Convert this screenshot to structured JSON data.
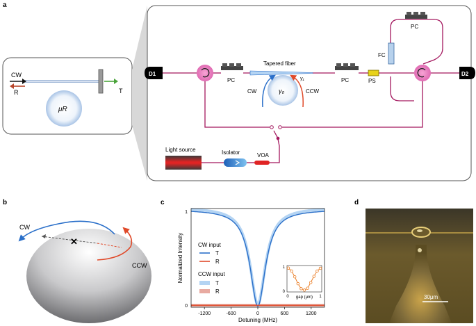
{
  "panel_labels": {
    "a": "a",
    "b": "b",
    "c": "c",
    "d": "d"
  },
  "panel_a": {
    "inset": {
      "cw": "CW",
      "r": "R",
      "t": "T",
      "resonator": "μR"
    },
    "detectors": {
      "d1": "D1",
      "d2": "D2"
    },
    "components": {
      "pc_left": "PC",
      "pc_right": "PC",
      "pc_top": "PC",
      "fc": "FC",
      "ps": "PS",
      "tapered_fiber": "Tapered fiber",
      "gamma1": "γ₁",
      "gamma0": "γ₀",
      "cw": "CW",
      "ccw": "CCW",
      "light_source": "Light source",
      "isolator": "Isolator",
      "voa": "VOA"
    }
  },
  "panel_b": {
    "cw": "CW",
    "ccw": "CCW"
  },
  "panel_c": {
    "xlabel": "Detuning (MHz)",
    "ylabel": "Normalized Intensity",
    "xticks": [
      "-1200",
      "-600",
      "0",
      "600",
      "1200"
    ],
    "yticks": [
      "0",
      "1"
    ],
    "legend": {
      "cw_input": "CW input",
      "ccw_input": "CCW input",
      "t": "T",
      "r": "R"
    },
    "inset": {
      "yticks": [
        "0",
        "1"
      ],
      "xticks": [
        "0",
        "1"
      ],
      "xlabel": "gap (μm)"
    }
  },
  "panel_d": {
    "scalebar": "30μm"
  },
  "colors": {
    "fiber": "#a3175e",
    "blue": "#2a6fc9",
    "red": "#e04a2a",
    "light_blue": "#b4d4f3",
    "light_red": "#e8aaa1",
    "orange": "#ea7d24",
    "green": "#4aa33a",
    "yellow": "#e8d21a",
    "pink": "#e97fc0"
  },
  "chart_data": {
    "type": "line",
    "xlabel": "Detuning (MHz)",
    "ylabel": "Normalized Intensity",
    "xlim": [
      -1500,
      1500
    ],
    "ylim": [
      0,
      1
    ],
    "resonance": {
      "center": 0,
      "linewidth_fwhm": 420,
      "min_transmission": 0.02
    },
    "series": [
      {
        "name": "T",
        "group": "CW input",
        "color": "#2a6fc9",
        "kind": "transmission"
      },
      {
        "name": "R",
        "group": "CW input",
        "color": "#e04a2a",
        "kind": "reflection"
      },
      {
        "name": "T",
        "group": "CCW input",
        "color": "#b4d4f3",
        "kind": "transmission"
      },
      {
        "name": "R",
        "group": "CCW input",
        "color": "#e8aaa1",
        "kind": "reflection"
      }
    ],
    "inset": {
      "xlabel": "gap (μm)",
      "x": [
        0,
        0.1,
        0.2,
        0.3,
        0.4,
        0.5,
        0.6,
        0.7,
        0.8,
        0.9,
        1.0
      ],
      "y": [
        0.98,
        0.85,
        0.6,
        0.3,
        0.08,
        0.02,
        0.1,
        0.35,
        0.62,
        0.85,
        0.97
      ]
    }
  }
}
